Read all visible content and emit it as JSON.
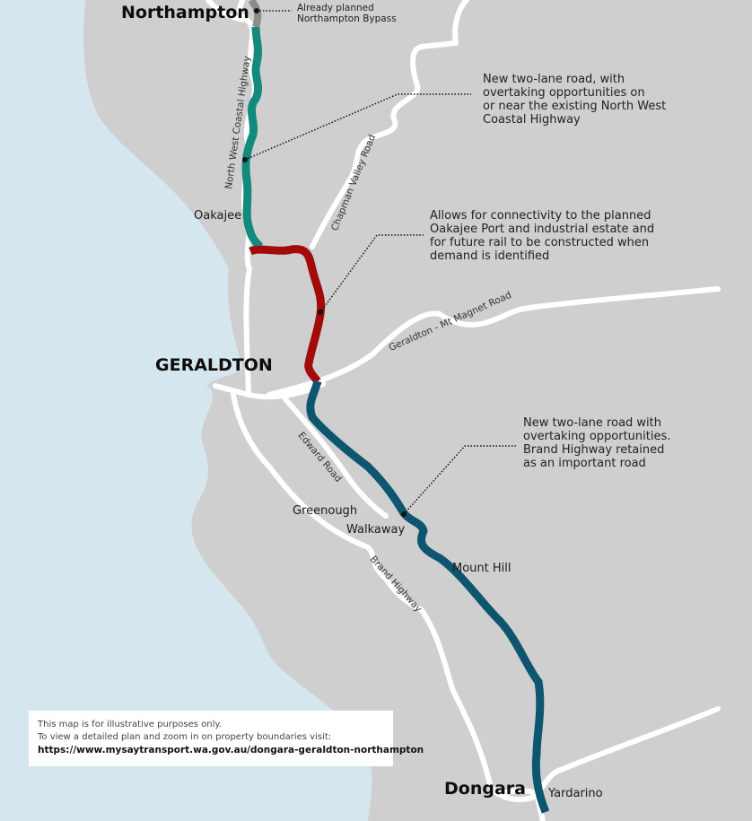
{
  "colors": {
    "sea": "#d6e6ee",
    "land": "#cfcfcf",
    "road": "#ffffff",
    "bypass_existing": "#8c8c8c",
    "segment_north": "#128a7c",
    "segment_middle": "#a30a0a",
    "segment_south": "#0e5670",
    "leader": "#111111"
  },
  "towns": {
    "northampton": "Northampton",
    "geraldton": "GERALDTON",
    "dongara": "Dongara",
    "oakajee": "Oakajee",
    "greenough": "Greenough",
    "walkaway": "Walkaway",
    "mount_hill": "Mount Hill",
    "yardarino": "Yardarino"
  },
  "roads": {
    "north_west_coastal_highway": "North West Coastal Highway",
    "chapman_valley_road": "Chapman Valley Road",
    "geraldton_mt_magnet_road": "Geraldton - Mt Magnet Road",
    "edward_road": "Edward Road",
    "brand_highway": "Brand Highway"
  },
  "callouts": {
    "bypass": [
      "Already planned",
      "Northampton Bypass"
    ],
    "north": [
      "New two-lane road, with",
      "overtaking opportunities on",
      "or near the existing North West",
      "Coastal Highway"
    ],
    "middle": [
      "Allows for connectivity to the planned",
      "Oakajee Port and industrial estate and",
      "for future rail to be constructed when",
      "demand is identified"
    ],
    "south": [
      "New two-lane road with",
      "overtaking opportunities.",
      "Brand Highway retained",
      "as an important road"
    ]
  },
  "disclaimer": {
    "line1": "This map is for illustrative purposes only.",
    "line2": "To view a  detailed plan and zoom in on property boundaries visit:",
    "url": "https://www.mysaytransport.wa.gov.au/dongara-geraldton-northampton"
  }
}
